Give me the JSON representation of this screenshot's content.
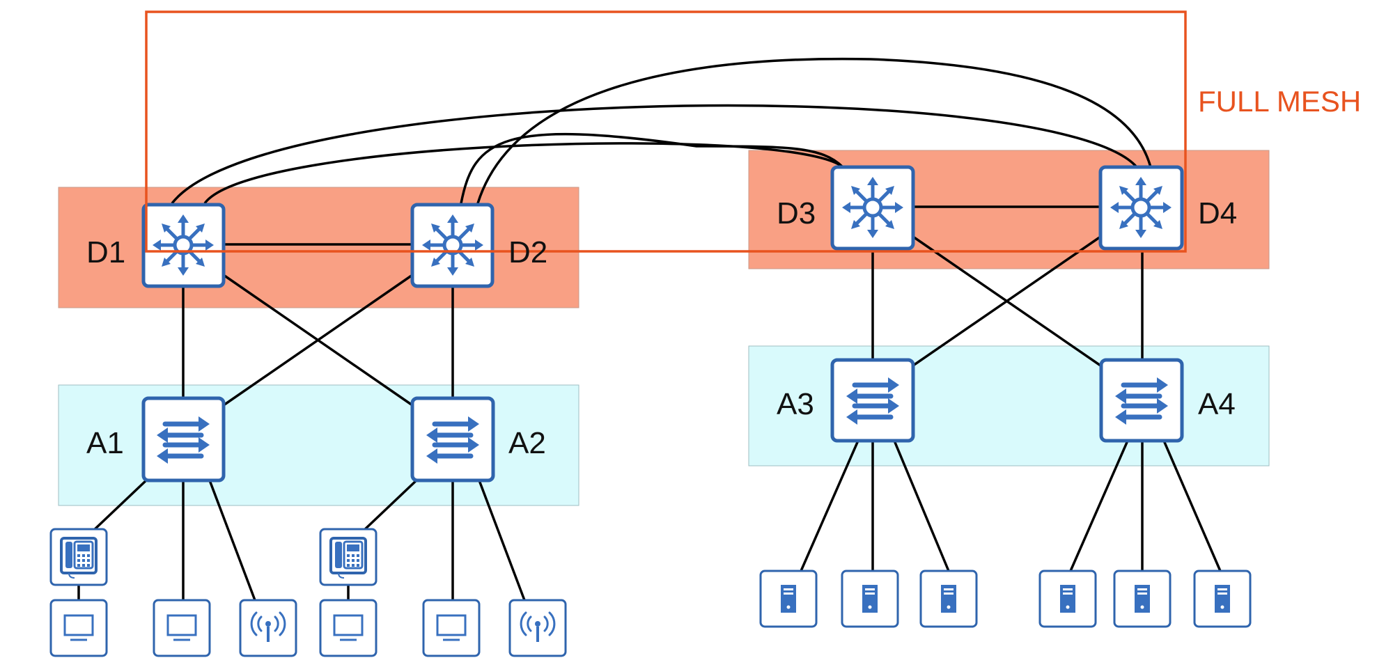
{
  "labels": {
    "full_mesh": "FULL MESH",
    "d1": "D1",
    "d2": "D2",
    "d3": "D3",
    "d4": "D4",
    "a1": "A1",
    "a2": "A2",
    "a3": "A3",
    "a4": "A4"
  },
  "colors": {
    "distribution_band": "#f9a084",
    "access_band": "#d9fafc",
    "device_stroke": "#2f64ad",
    "icon": "#3870bf",
    "full_mesh": "#e8531f",
    "link": "#000000"
  },
  "icons": {
    "distribution": "layer3-switch-icon",
    "access": "switch-icon",
    "phone": "ip-phone-icon",
    "pc": "pc-icon",
    "ap": "wireless-ap-icon",
    "server": "server-icon"
  }
}
